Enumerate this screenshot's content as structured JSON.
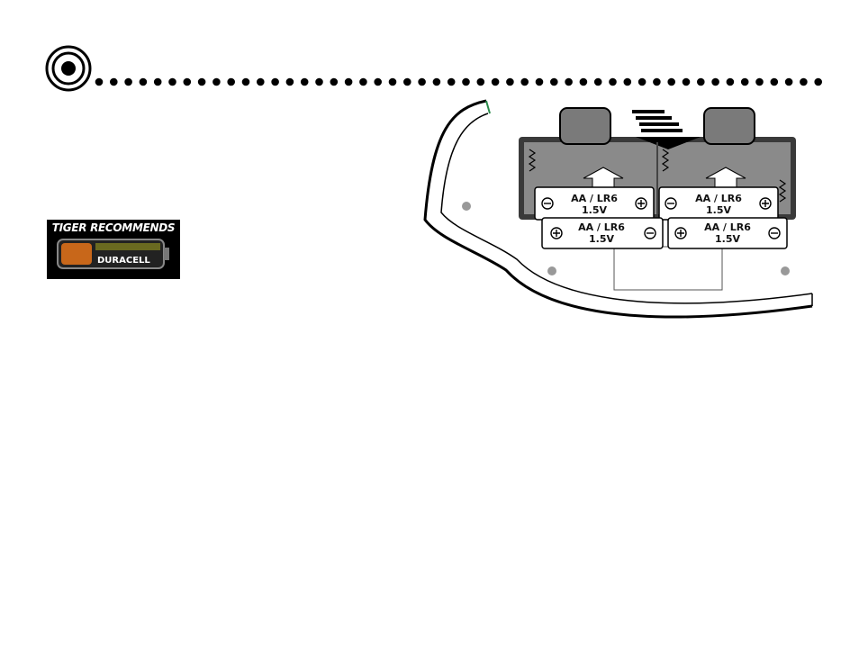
{
  "header": {
    "icon": "target-bullet-icon"
  },
  "logo": {
    "heading": "TIGER RECOMMENDS",
    "brand": "DURACELL",
    "colors": {
      "copper": "#c8671a",
      "black": "#000000"
    }
  },
  "battery_diagram": {
    "batteries": [
      {
        "type": "AA / LR6",
        "voltage": "1.5V"
      },
      {
        "type": "AA / LR6",
        "voltage": "1.5V"
      },
      {
        "type": "AA / LR6",
        "voltage": "1.5V"
      },
      {
        "type": "AA / LR6",
        "voltage": "1.5V"
      }
    ]
  }
}
